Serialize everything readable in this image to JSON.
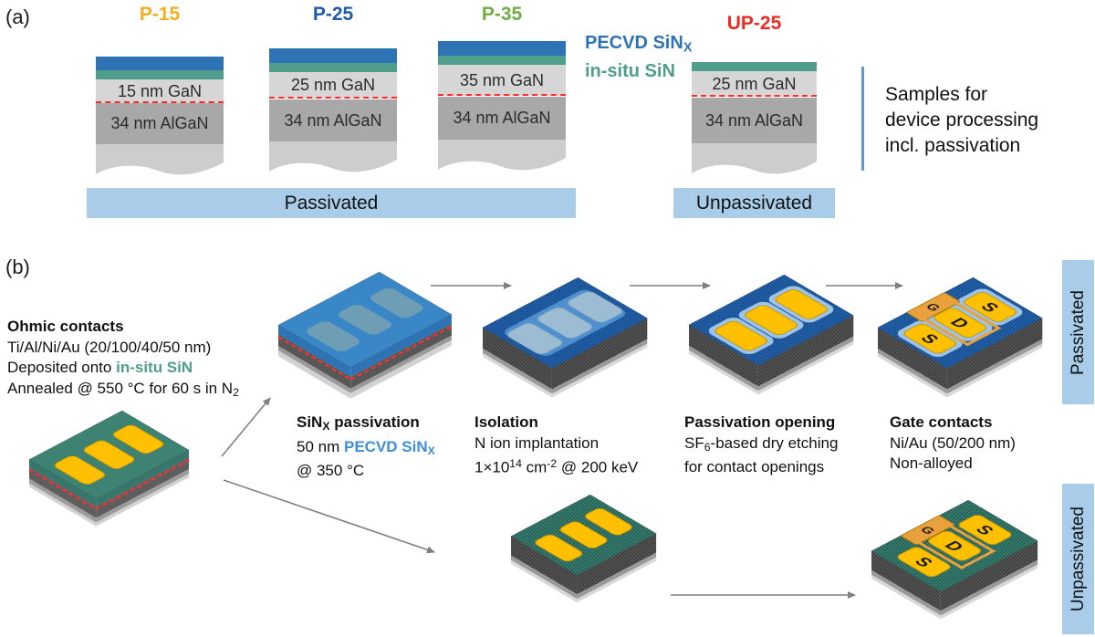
{
  "panel_a": {
    "label": "(a)",
    "samples": [
      {
        "name": "P-15",
        "name_color": "#F2B01E",
        "gan_label": "15 nm GaN",
        "algan_label": "34 nm AlGaN",
        "pecvd": true
      },
      {
        "name": "P-25",
        "name_color": "#1F5CA8",
        "gan_label": "25 nm GaN",
        "algan_label": "34 nm AlGaN",
        "pecvd": true
      },
      {
        "name": "P-35",
        "name_color": "#70AD47",
        "gan_label": "35 nm GaN",
        "algan_label": "34 nm AlGaN",
        "pecvd": true
      },
      {
        "name": "UP-25",
        "name_color": "#EE2A24",
        "gan_label": "25 nm GaN",
        "algan_label": "34 nm AlGaN",
        "pecvd": false
      }
    ],
    "legend": {
      "pecvd_text": "PECVD SiN",
      "pecvd_sub": "X",
      "insitu_text": "in-situ SiN"
    },
    "passivated_label": "Passivated",
    "unpassivated_label": "Unpassivated",
    "side_note": {
      "line1": "Samples for",
      "line2": "device processing",
      "line3": "incl. passivation"
    }
  },
  "panel_b": {
    "label": "(b)",
    "ohmic": {
      "title": "Ohmic contacts",
      "line1": "Ti/Al/Ni/Au (20/100/40/50 nm)",
      "line2_pre": "Deposited onto ",
      "line2_highlight": "in-situ SiN",
      "line3_pre": "Annealed @ 550 °C for 60 s in N",
      "line3_sub": "2"
    },
    "sinx": {
      "title_pre": "SiN",
      "title_sub": "X",
      "title_post": " passivation",
      "line1_pre": "50 nm ",
      "line1_highlight": "PECVD SiN",
      "line1_sub": "X",
      "line2": "@ 350 °C"
    },
    "isolation": {
      "title": "Isolation",
      "line1": "N ion implantation",
      "line2_pre": "1×10",
      "line2_sup1": "14",
      "line2_mid": " cm",
      "line2_sup2": "-2",
      "line2_post": " @ 200 keV"
    },
    "opening": {
      "title": "Passivation opening",
      "line1_pre": "SF",
      "line1_sub": "6",
      "line1_post": "-based dry etching",
      "line2": "for contact openings"
    },
    "gate": {
      "title": "Gate contacts",
      "line1": "Ni/Au (50/200 nm)",
      "line2": "Non-alloyed"
    },
    "contact_letters": {
      "gate": "G",
      "drain": "D",
      "source": "S"
    },
    "passivated_label": "Passivated",
    "unpassivated_label": "Unpassivated"
  },
  "colors": {
    "pecvd_layer_blue": "#2E74B5",
    "insitu_layer_teal": "#4F9E8C",
    "gan_gray": "#D6D6D6",
    "algan_gray": "#A8A8A8",
    "buffer_gray": "#CDCDCD",
    "dashed_red": "#FF2A2A",
    "bar_light_blue": "#A9CDE9",
    "divider_blue": "#5B9BD5",
    "step_pecvd_text_blue": "#3E8EDB",
    "contact_yellow": "#FFC000",
    "gate_orange": "#E9A13B",
    "chip_teal_top": "#3E8273",
    "chip_blue_top": "#3A87C8",
    "implant_dark_blue": "#2160A8",
    "arrow_gray": "#7F7F7F"
  }
}
